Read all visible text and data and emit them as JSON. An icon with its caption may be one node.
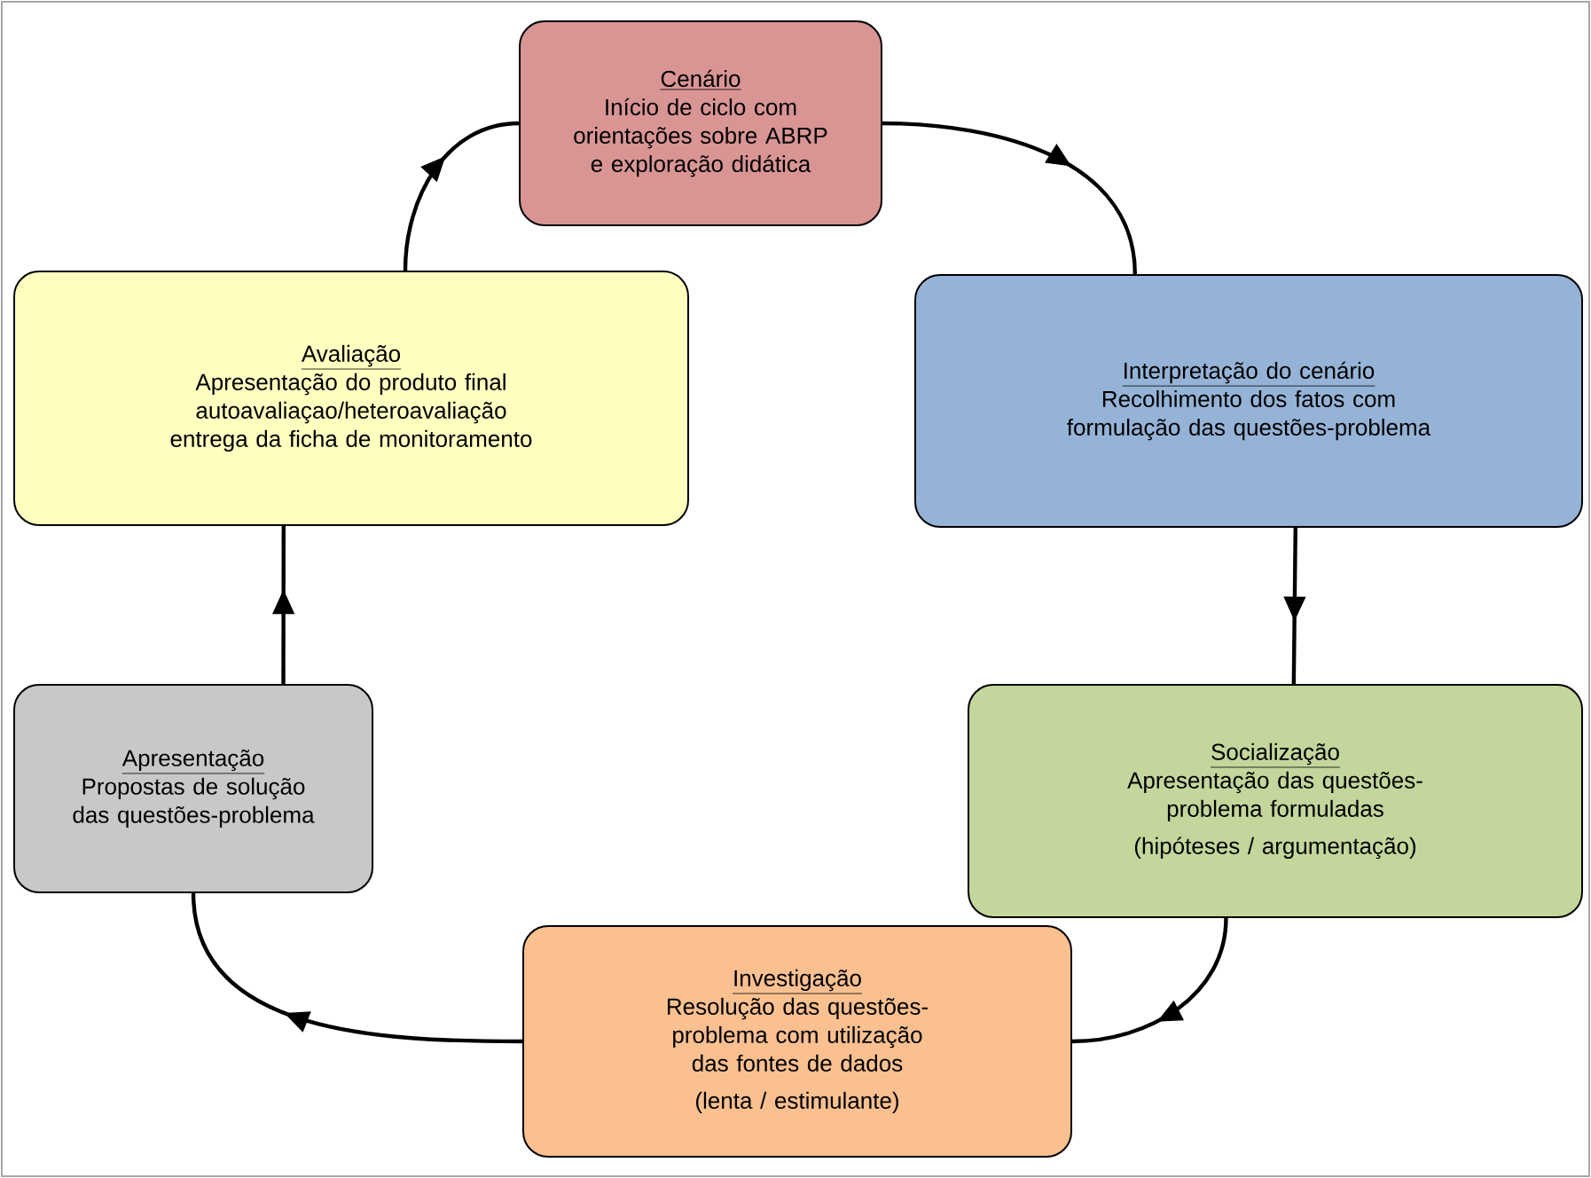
{
  "diagram": {
    "nodes": [
      {
        "text": [
          "Cenário",
          "Início de ciclo com orientações sobre ABRP e exploração didática"
        ]
      },
      {
        "text": [
          "Avaliação",
          "Apresentação do produto final autoavaliaçao/heteroavaliação entrega da ficha de monitoramento"
        ]
      },
      {
        "text": [
          "Interpretação do cenário",
          "Recolhimento dos fatos com formulação das questões-problema"
        ]
      },
      {
        "text": [
          "Apresentação",
          "Propostas de solução das questões-problema"
        ]
      },
      {
        "text": [
          "Socialização",
          "Apresentação das questões-problema formuladas",
          "(hipóteses / argumentação)"
        ]
      },
      {
        "text": [
          "Investigação",
          "Resolução das questões-problema com utilização das fontes de dados",
          "(lenta / estimulante)"
        ]
      }
    ],
    "edges": [
      {
        "from": 0,
        "to": 2,
        "arrow": "to"
      },
      {
        "from": 2,
        "to": 4,
        "arrow": "to"
      },
      {
        "from": 4,
        "to": 5,
        "arrow": "to"
      },
      {
        "from": 5,
        "to": 3,
        "arrow": "to"
      },
      {
        "from": 3,
        "to": 1,
        "arrow": "to"
      },
      {
        "from": 1,
        "to": 0,
        "arrow": "to"
      }
    ]
  }
}
